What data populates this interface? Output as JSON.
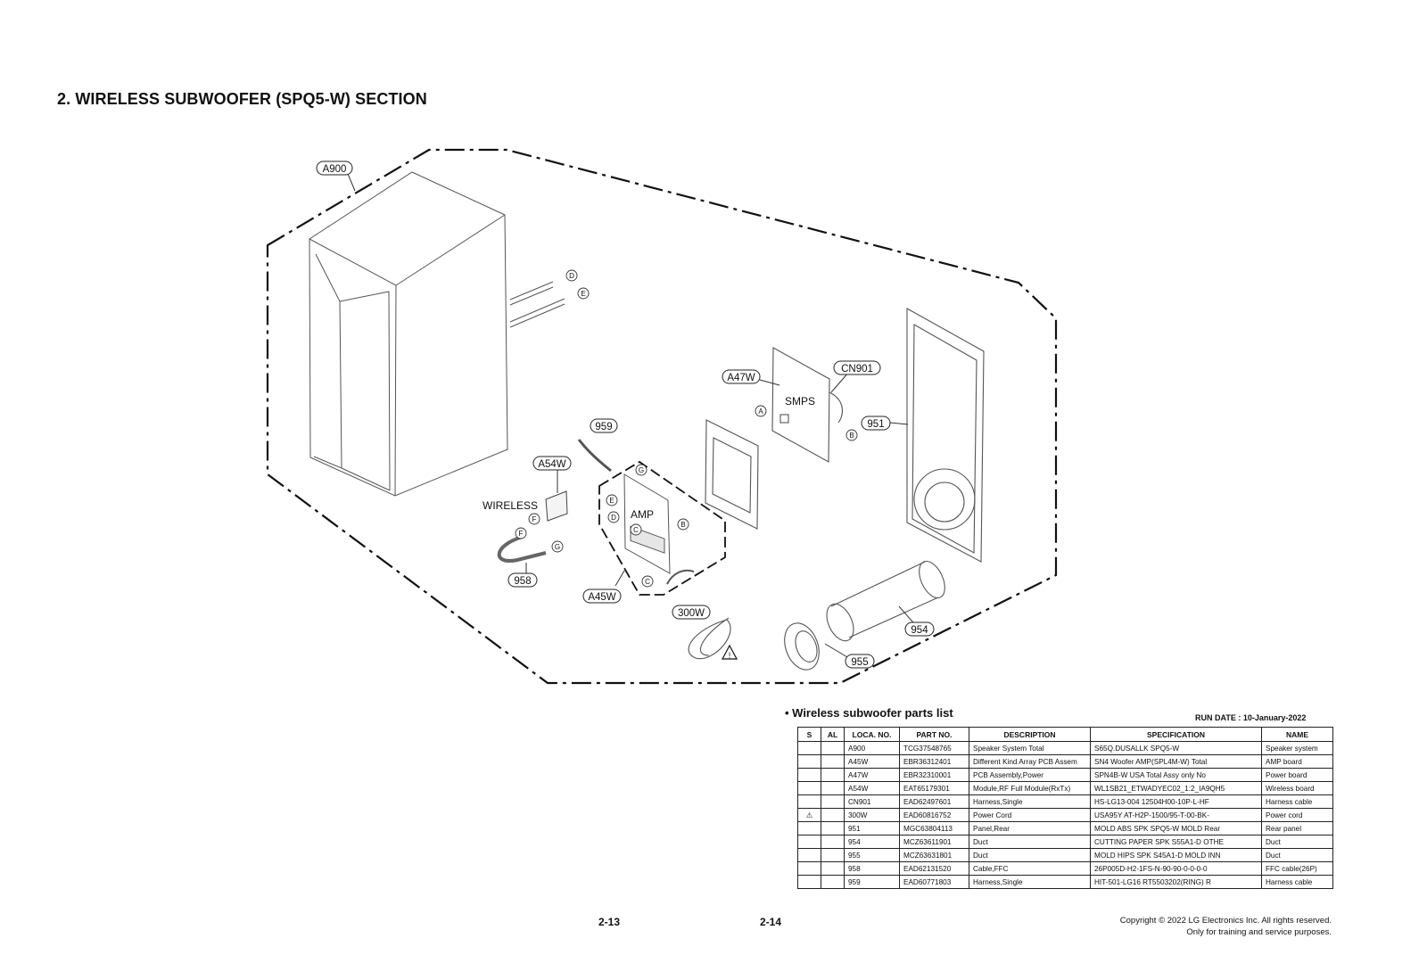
{
  "section_title": "2. WIRELESS SUBWOOFER (SPQ5-W) SECTION",
  "diagram": {
    "labels": {
      "a900": "A900",
      "a47w": "A47W",
      "cn901": "CN901",
      "smps": "SMPS",
      "l959": "959",
      "l951": "951",
      "a54w": "A54W",
      "wireless": "WIRELESS",
      "amp": "AMP",
      "l958": "958",
      "a45w": "A45W",
      "l300w": "300W",
      "l954": "954",
      "l955": "955"
    },
    "markers": {
      "a": "A",
      "b": "B",
      "c": "C",
      "d": "D",
      "e": "E",
      "f": "F",
      "g": "G"
    }
  },
  "parts_list": {
    "title": "• Wireless subwoofer parts list",
    "run_date": "RUN DATE : 10-January-2022",
    "columns": [
      "S",
      "AL",
      "LOCA. NO.",
      "PART NO.",
      "DESCRIPTION",
      "SPECIFICATION",
      "NAME"
    ],
    "rows": [
      [
        "",
        "",
        "A900",
        "TCG37548765",
        "Speaker System Total",
        "S65Q.DUSALLK SPQ5-W",
        "Speaker system"
      ],
      [
        "",
        "",
        "A45W",
        "EBR36312401",
        "Different Kind Array PCB Assem",
        "SN4 Woofer AMP(SPL4M-W) Total",
        "AMP board"
      ],
      [
        "",
        "",
        "A47W",
        "EBR32310001",
        "PCB Assembly,Power",
        "SPN4B-W USA Total Assy only No",
        "Power board"
      ],
      [
        "",
        "",
        "A54W",
        "EAT65179301",
        "Module,RF Full Module(RxTx)",
        "WL1SB21_ETWADYEC02_1:2_IA9QH5",
        "Wireless board"
      ],
      [
        "",
        "",
        "CN901",
        "EAD62497601",
        "Harness,Single",
        "HS-LG13-004 12504H00-10P-L-HF",
        "Harness cable"
      ],
      [
        "⚠",
        "",
        "300W",
        "EAD60816752",
        "Power Cord",
        "USA95Y AT-H2P-1500/95-T-00-BK-",
        "Power cord"
      ],
      [
        "",
        "",
        "951",
        "MGC63804113",
        "Panel,Rear",
        "MOLD ABS SPK SPQ5-W MOLD Rear",
        "Rear panel"
      ],
      [
        "",
        "",
        "954",
        "MCZ63611901",
        "Duct",
        "CUTTING PAPER SPK S55A1-D OTHE",
        "Duct"
      ],
      [
        "",
        "",
        "955",
        "MCZ63631801",
        "Duct",
        "MOLD HIPS SPK S45A1-D MOLD INN",
        "Duct"
      ],
      [
        "",
        "",
        "958",
        "EAD62131520",
        "Cable,FFC",
        "26P005D-H2-1FS-N-90-90-0-0-0-0",
        "FFC cable(26P)"
      ],
      [
        "",
        "",
        "959",
        "EAD60771803",
        "Harness,Single",
        "HIT-501-LG16 RT5503202(RING) R",
        "Harness cable"
      ]
    ]
  },
  "footer": {
    "page_left": "2-13",
    "page_right": "2-14",
    "copyright_line1": "Copyright © 2022 LG Electronics Inc. All rights reserved.",
    "copyright_line2": "Only for training and service purposes."
  }
}
